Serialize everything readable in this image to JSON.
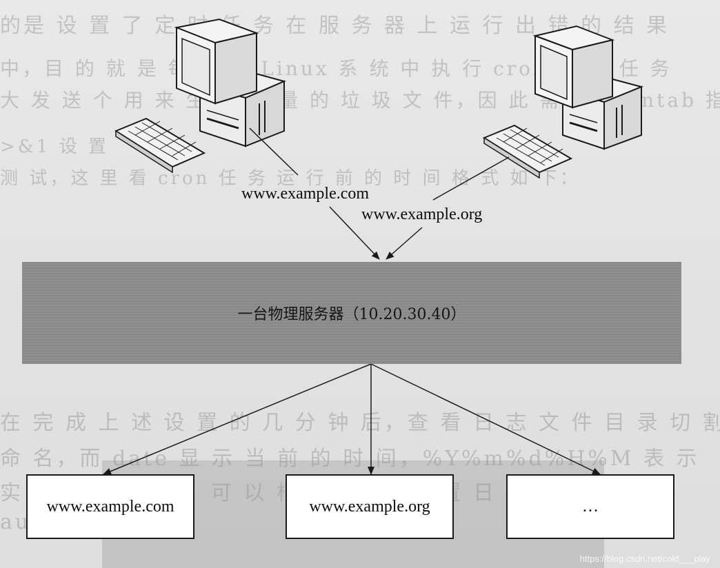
{
  "server": {
    "label": "一台物理服务器（10.20.30.40）"
  },
  "requests": {
    "left_client_host": "www.example.com",
    "right_client_host": "www.example.org"
  },
  "sites": [
    {
      "label": "www.example.com"
    },
    {
      "label": "www.example.org"
    },
    {
      "label": "…"
    }
  ],
  "watermark": "https://blog.csdn.net/cold___play",
  "colors": {
    "server_bar": "#8c8c8c",
    "background": "#e7e7e7",
    "box_fill": "#ffffff",
    "line": "#1a1a1a"
  }
}
